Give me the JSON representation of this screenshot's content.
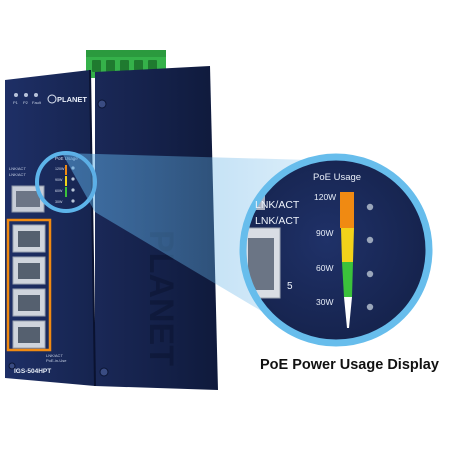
{
  "brand": {
    "logo_text": "PLANET"
  },
  "device": {
    "model": "IGS-504HPT",
    "front_leds": [
      "P1",
      "P2",
      "Fault"
    ],
    "port_labels": [
      "LNK/ACT",
      "LNK/ACT"
    ],
    "bottom_labels": [
      "LNK/ACT",
      "PoE-in-Use"
    ],
    "mini_led_labels": [
      "120W",
      "90W",
      "60W",
      "30W"
    ],
    "mini_title": "PoE Usage"
  },
  "zoom": {
    "title": "PoE Usage",
    "port_label_1": "LNK/ACT",
    "port_label_2": "LNK/ACT",
    "port_number": "5",
    "levels": [
      "120W",
      "90W",
      "60W",
      "30W"
    ],
    "level_colors": [
      "#f08a12",
      "#f2d21a",
      "#3bc23b",
      "#ffffff"
    ]
  },
  "caption": "PoE Power Usage Display"
}
